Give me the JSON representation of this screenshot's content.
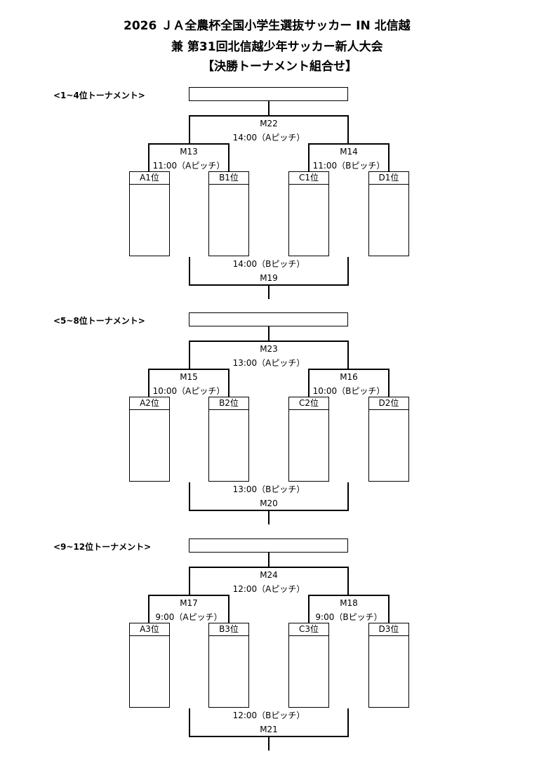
{
  "header": {
    "line1": "2026 ＪＡ全農杯全国小学生選抜サッカー IN 北信越",
    "line2": "兼 第31回北信越少年サッカー新人大会",
    "line3": "【決勝トーナメント組合せ】"
  },
  "sections": [
    {
      "label": "<1~4位トーナメント>",
      "final_match": "M22",
      "final_time": "14:00（Aピッチ）",
      "semi_left_match": "M13",
      "semi_left_time": "11:00（Aピッチ）",
      "semi_right_match": "M14",
      "semi_right_time": "11:00（Bピッチ）",
      "teams": [
        "A1位",
        "B1位",
        "C1位",
        "D1位"
      ],
      "third_time": "14:00（Bピッチ）",
      "third_match": "M19"
    },
    {
      "label": "<5~8位トーナメント>",
      "final_match": "M23",
      "final_time": "13:00（Aピッチ）",
      "semi_left_match": "M15",
      "semi_left_time": "10:00（Aピッチ）",
      "semi_right_match": "M16",
      "semi_right_time": "10:00（Bピッチ）",
      "teams": [
        "A2位",
        "B2位",
        "C2位",
        "D2位"
      ],
      "third_time": "13:00（Bピッチ）",
      "third_match": "M20"
    },
    {
      "label": "<9~12位トーナメント>",
      "final_match": "M24",
      "final_time": "12:00（Aピッチ）",
      "semi_left_match": "M17",
      "semi_left_time": "9:00（Aピッチ）",
      "semi_right_match": "M18",
      "semi_right_time": "9:00（Bピッチ）",
      "teams": [
        "A3位",
        "B3位",
        "C3位",
        "D3位"
      ],
      "third_time": "12:00（Bピッチ）",
      "third_match": "M21"
    }
  ]
}
